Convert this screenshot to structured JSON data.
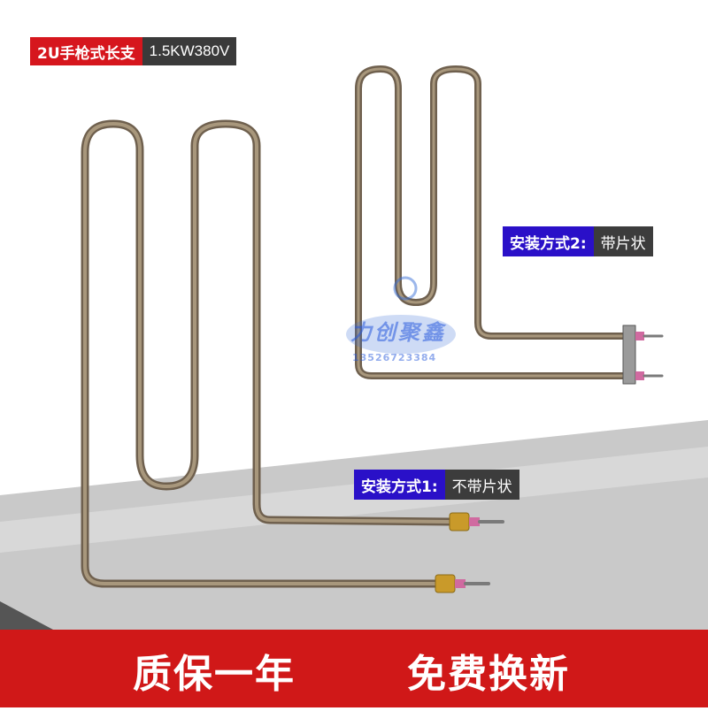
{
  "badge_top": {
    "model": "2U手枪式长支",
    "spec": "1.5KW380V"
  },
  "install_2": {
    "label": "安装方式2:",
    "value": "带片状"
  },
  "install_1": {
    "label": "安装方式1:",
    "value": "不带片状"
  },
  "promo": {
    "left": "质保一年",
    "right": "免费换新"
  },
  "watermark": {
    "brand": "力创聚鑫",
    "phone": "13526723384"
  },
  "colors": {
    "red": "#d01818",
    "blue": "#2a10c8",
    "dark": "#3a3a3a",
    "tube": "#8c7a62"
  }
}
